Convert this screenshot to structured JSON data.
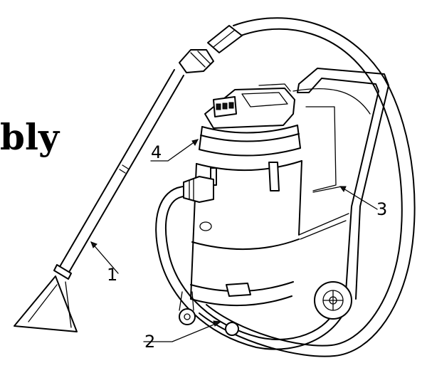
{
  "heading": "bly",
  "callouts": [
    {
      "id": "1",
      "label": "1"
    },
    {
      "id": "2",
      "label": "2"
    },
    {
      "id": "3",
      "label": "3"
    },
    {
      "id": "4",
      "label": "4"
    }
  ],
  "colors": {
    "line": "#000000",
    "background": "#ffffff"
  }
}
